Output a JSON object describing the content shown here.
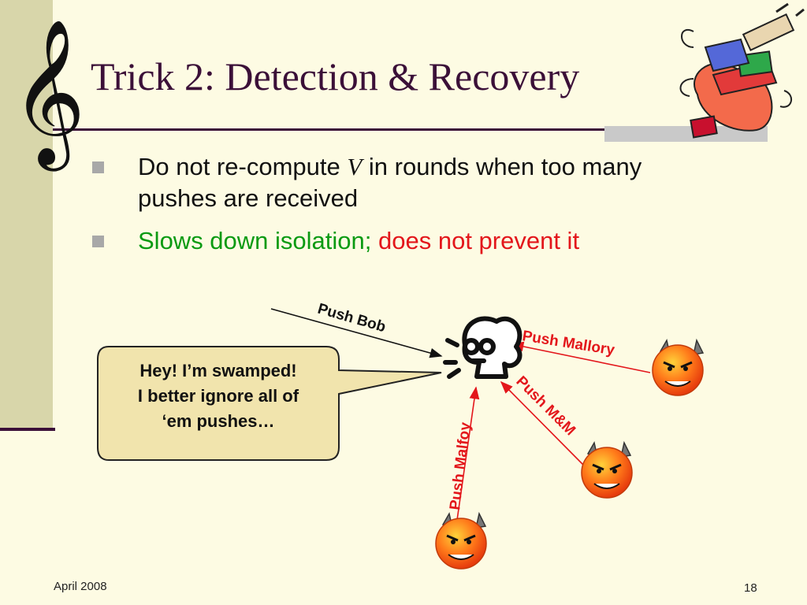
{
  "slide": {
    "title": "Trick 2: Detection & Recovery",
    "clef_glyph": "𝄞",
    "bullets": [
      {
        "pre": "Do not re-compute ",
        "var": "V",
        "post": " in rounds when too many pushes are received"
      },
      {
        "green": "Slows down isolation; ",
        "red": "does not prevent it"
      }
    ],
    "diagram": {
      "callout": [
        "Hey! I’m swamped!",
        "I better ignore all of",
        "‘em pushes…"
      ],
      "labels": {
        "bob": "Push Bob",
        "mallory": "Push Mallory",
        "mm": "Push M&M",
        "malfoy": "Push Malfoy"
      },
      "icons": [
        "swamped-person-icon",
        "devil-face-icon",
        "gift-pile-clipart"
      ]
    },
    "footer": {
      "date": "April 2008",
      "page": "18"
    },
    "colors": {
      "title": "#3b1038",
      "green": "#0a9a12",
      "red": "#e3161b",
      "callout_fill": "#f1e4ad"
    }
  }
}
